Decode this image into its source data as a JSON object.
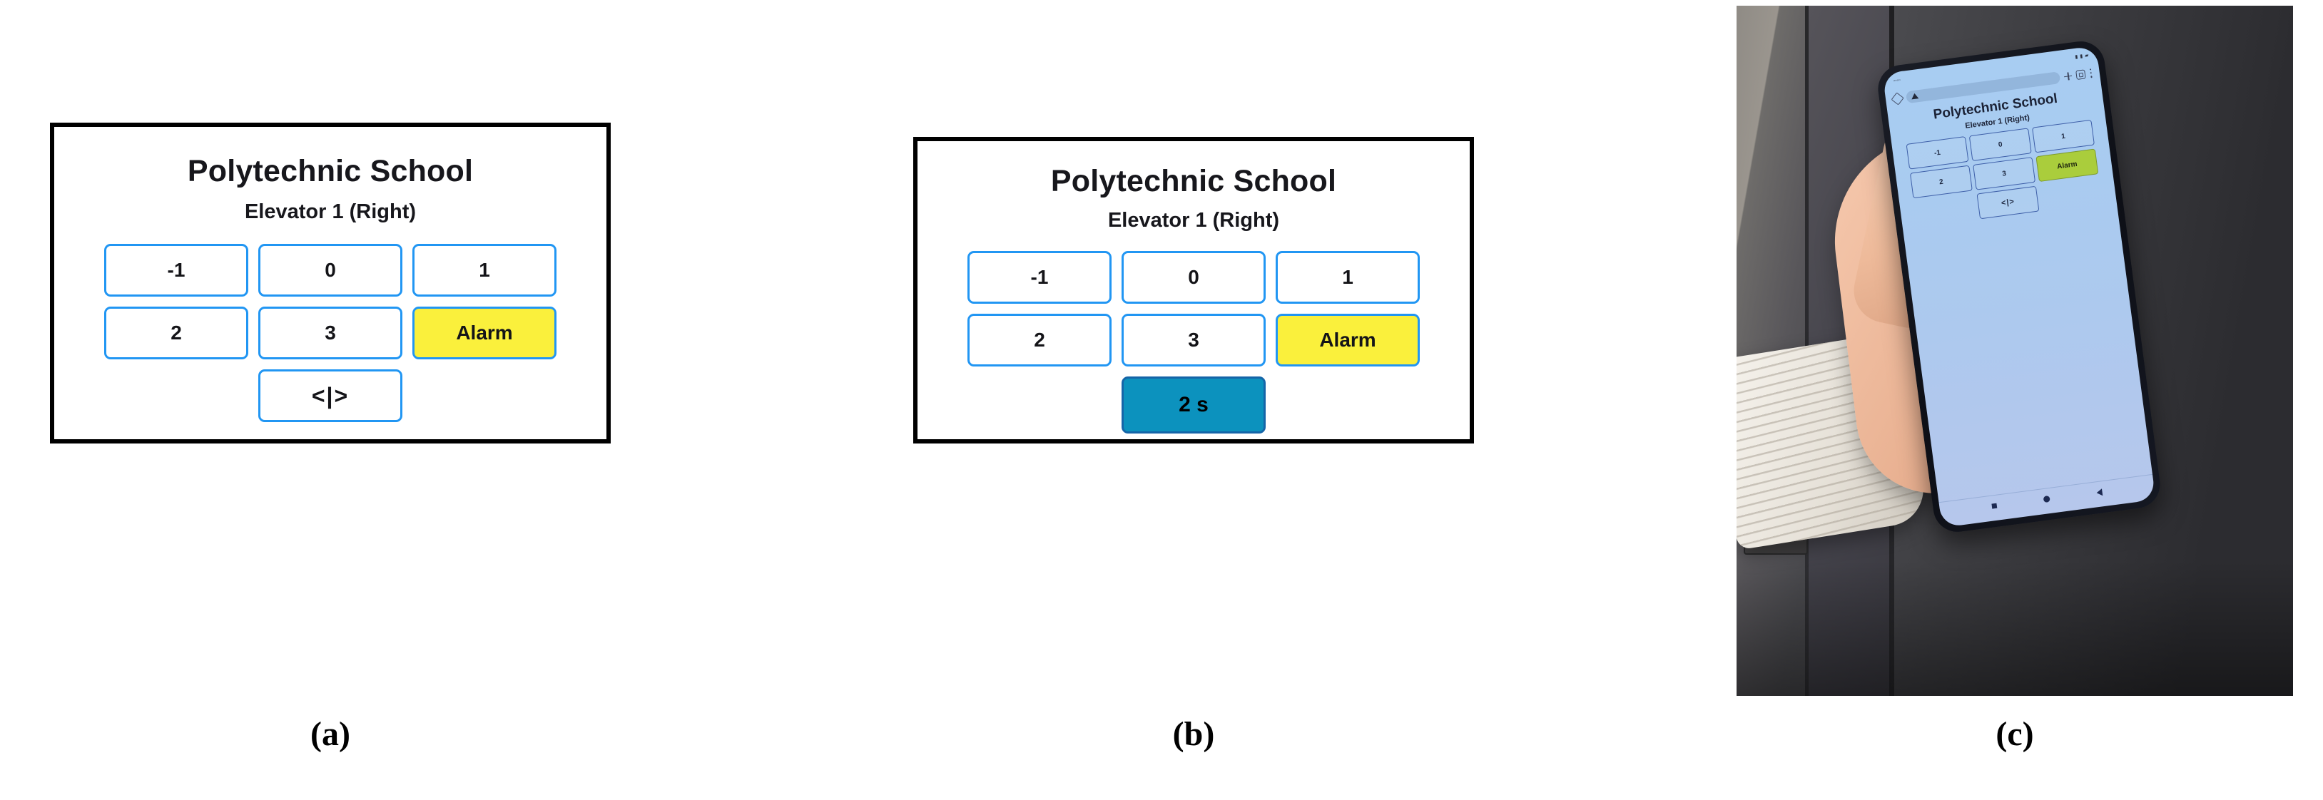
{
  "figure": {
    "panels": [
      {
        "id": "panel-a",
        "caption": "(a)",
        "app": {
          "title": "Polytechnic School",
          "subtitle": "Elevator 1 (Right)",
          "keys": [
            {
              "label": "-1",
              "style": "outline"
            },
            {
              "label": "0",
              "style": "outline"
            },
            {
              "label": "1",
              "style": "outline"
            },
            {
              "label": "2",
              "style": "outline"
            },
            {
              "label": "3",
              "style": "outline"
            },
            {
              "label": "Alarm",
              "style": "alarm"
            }
          ],
          "bottom_key": {
            "label": "<|>",
            "style": "outline",
            "icon": "door-open-icon"
          }
        }
      },
      {
        "id": "panel-b",
        "caption": "(b)",
        "app": {
          "title": "Polytechnic School",
          "subtitle": "Elevator 1 (Right)",
          "keys": [
            {
              "label": "-1",
              "style": "outline"
            },
            {
              "label": "0",
              "style": "outline"
            },
            {
              "label": "1",
              "style": "outline"
            },
            {
              "label": "2",
              "style": "outline"
            },
            {
              "label": "3",
              "style": "outline"
            },
            {
              "label": "Alarm",
              "style": "alarm"
            }
          ],
          "bottom_key": {
            "label": "2 s",
            "style": "timer"
          }
        }
      },
      {
        "id": "panel-c",
        "caption": "(c)",
        "photo": {
          "description": "Hand in a white knit sweater holding a smartphone in front of a grey elevator door",
          "phone_screen": {
            "title": "Polytechnic School",
            "subtitle": "Elevator 1 (Right)",
            "keys": [
              {
                "label": "-1",
                "style": "outline"
              },
              {
                "label": "0",
                "style": "outline"
              },
              {
                "label": "1",
                "style": "outline"
              },
              {
                "label": "2",
                "style": "outline"
              },
              {
                "label": "3",
                "style": "outline"
              },
              {
                "label": "Alarm",
                "style": "alarm"
              }
            ],
            "bottom_key": {
              "label": "<|>",
              "style": "outline",
              "icon": "door-open-icon"
            },
            "browser": {
              "home_icon": "home-icon",
              "url_icon": "site-info-icon",
              "url_text": "",
              "new_tab_icon": "plus-icon",
              "tabs_icon": "tabs-icon",
              "menu_icon": "overflow-menu-icon"
            },
            "navbar": {
              "recents_icon": "square-recents-icon",
              "home_icon": "circle-home-icon",
              "back_icon": "triangle-back-icon"
            }
          }
        }
      }
    ]
  },
  "colors": {
    "key_border": "#2196f3",
    "alarm_fill": "#faf03c",
    "timer_fill": "#0c92be",
    "panel_border": "#000000",
    "text": "#17171c",
    "phone_alarm_fill": "#aacd3c"
  }
}
